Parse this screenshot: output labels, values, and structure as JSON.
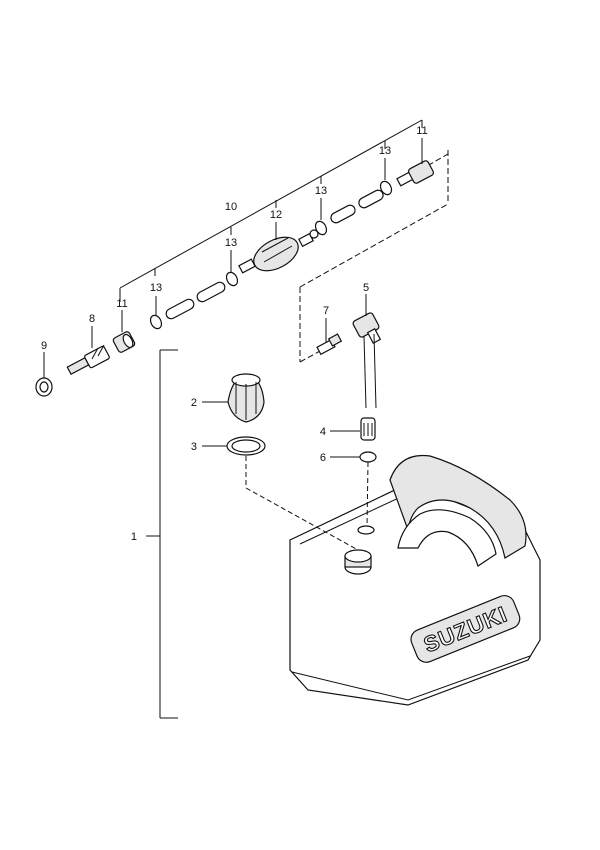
{
  "labels": {
    "l1": "1",
    "l2": "2",
    "l3": "3",
    "l4": "4",
    "l5": "5",
    "l6": "6",
    "l7": "7",
    "l8": "8",
    "l9": "9",
    "l10": "10",
    "l11a": "11",
    "l11b": "11",
    "l12": "12",
    "l13a": "13",
    "l13b": "13",
    "l13c": "13",
    "l13d": "13"
  },
  "tank_brand": "SUZUKI"
}
